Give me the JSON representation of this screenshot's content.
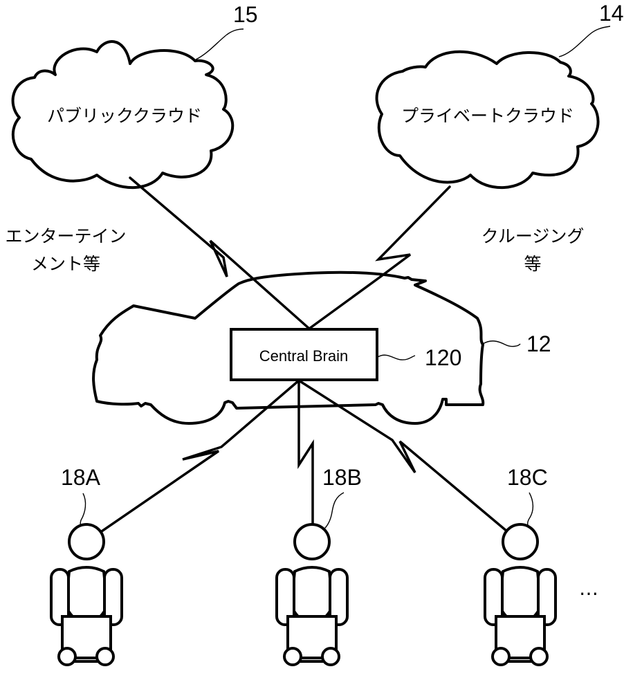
{
  "diagram": {
    "clouds": [
      {
        "id": "public-cloud",
        "label": "パブリッククラウド",
        "ref": "15"
      },
      {
        "id": "private-cloud",
        "label": "プライベートクラウド",
        "ref": "14"
      }
    ],
    "link_labels": {
      "entertainment": [
        "エンターテイン",
        "メント等"
      ],
      "cruising": [
        "クルージング",
        "等"
      ]
    },
    "vehicle": {
      "ref": "12"
    },
    "central_brain": {
      "label": "Central Brain",
      "ref": "120"
    },
    "robots": [
      {
        "id": "18A",
        "ref": "18A"
      },
      {
        "id": "18B",
        "ref": "18B"
      },
      {
        "id": "18C",
        "ref": "18C"
      }
    ],
    "ellipsis": "…",
    "colors": {
      "stroke": "#000000",
      "background": "#ffffff"
    }
  }
}
